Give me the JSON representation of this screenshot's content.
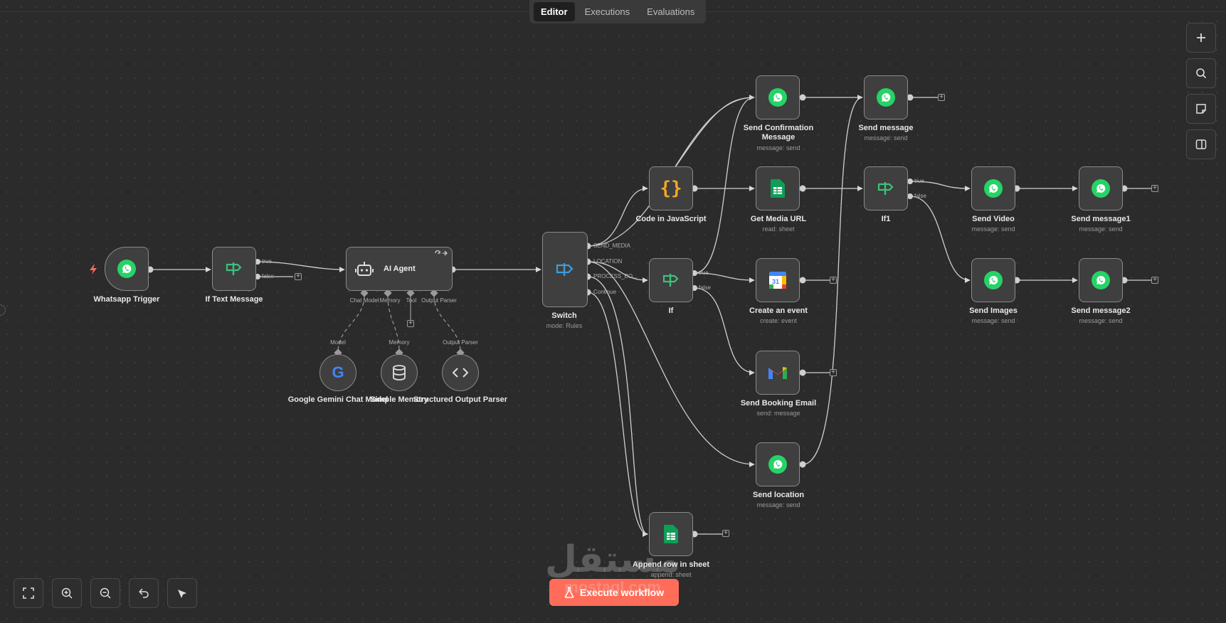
{
  "tabs": [
    {
      "label": "Editor",
      "active": true
    },
    {
      "label": "Executions",
      "active": false
    },
    {
      "label": "Evaluations",
      "active": false
    }
  ],
  "nodes": {
    "whatsapp_trigger": {
      "name": "Whatsapp Trigger"
    },
    "if_text_message": {
      "name": "If Text Message",
      "outputs": [
        "true",
        "false"
      ]
    },
    "ai_agent": {
      "name": "AI Agent",
      "ports": [
        "Chat Model",
        "Memory",
        "Tool",
        "Output Parser"
      ]
    },
    "gemini": {
      "name": "Google Gemini Chat Model",
      "port": "Model"
    },
    "memory": {
      "name": "Simple Memory",
      "port": "Memory"
    },
    "parser": {
      "name": "Structured Output Parser",
      "port": "Output Parser"
    },
    "switch": {
      "name": "Switch",
      "subtitle": "mode: Rules",
      "outputs": [
        "SEND_MEDIA",
        "LOCATION",
        "PROCESS_BO...",
        "Continue"
      ]
    },
    "code_js": {
      "name": "Code in JavaScript"
    },
    "if": {
      "name": "If",
      "outputs": [
        "true",
        "false"
      ]
    },
    "append_row": {
      "name": "Append row in sheet",
      "subtitle": "append: sheet"
    },
    "send_confirmation": {
      "name": "Send Confirmation Message",
      "subtitle": "message: send"
    },
    "get_media_url": {
      "name": "Get Media URL",
      "subtitle": "read: sheet"
    },
    "create_event": {
      "name": "Create an event",
      "subtitle": "create: event"
    },
    "send_booking_email": {
      "name": "Send Booking Email",
      "subtitle": "send: message"
    },
    "send_location": {
      "name": "Send location",
      "subtitle": "message: send"
    },
    "send_message": {
      "name": "Send message",
      "subtitle": "message: send"
    },
    "if1": {
      "name": "If1",
      "outputs": [
        "true",
        "false"
      ]
    },
    "send_video": {
      "name": "Send Video",
      "subtitle": "message: send"
    },
    "send_images": {
      "name": "Send Images",
      "subtitle": "message: send"
    },
    "send_message1": {
      "name": "Send message1",
      "subtitle": "message: send"
    },
    "send_message2": {
      "name": "Send message2",
      "subtitle": "message: send"
    }
  },
  "toolbar": {
    "execute_label": "Execute workflow"
  },
  "watermark": {
    "arabic": "مستقل",
    "latin": "mostaql.com"
  },
  "colors": {
    "accent": "#ff6d5a",
    "whatsapp": "#25d366",
    "sheets": "#0f9d58",
    "if_green": "#3ec07c",
    "switch_blue": "#3b9ddd",
    "code_orange": "#f5a623"
  }
}
